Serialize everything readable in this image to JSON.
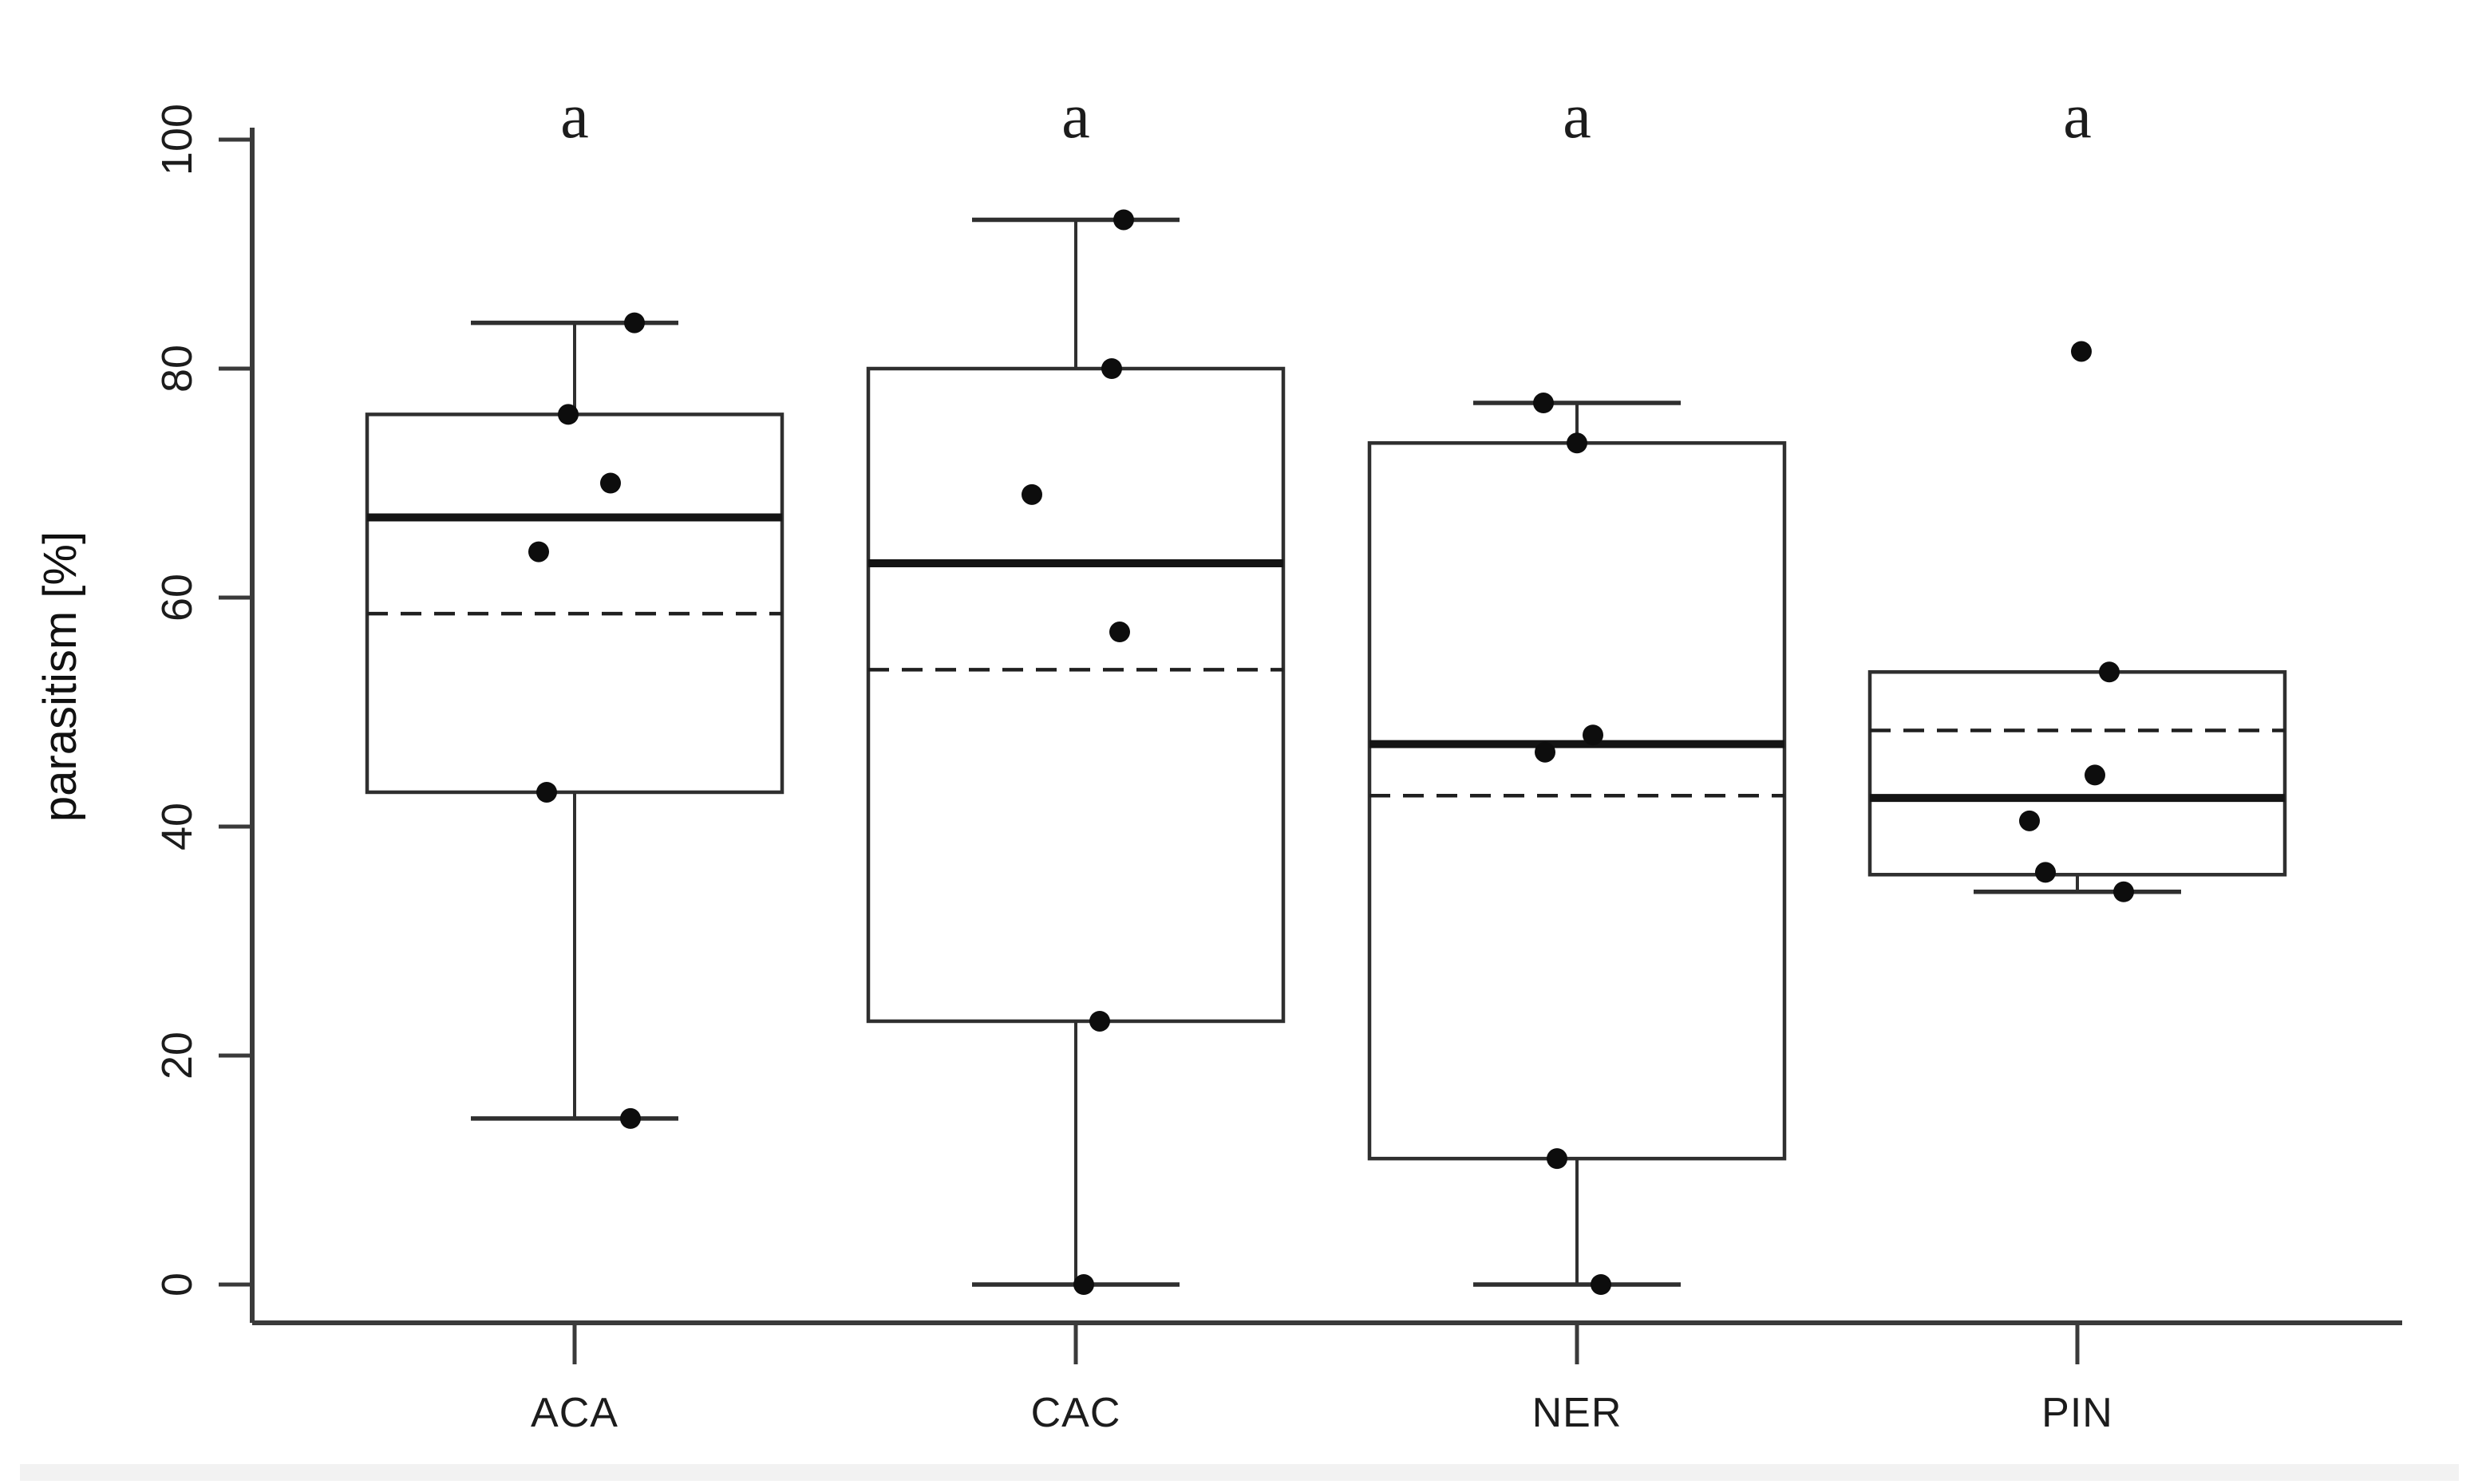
{
  "colors": {
    "background": "#ffffff",
    "axis": "#3a3a3a",
    "box_border": "#2f2f2f",
    "median": "#141414",
    "mean_dashed": "#1f1f1f",
    "points": "#0d0d0d",
    "text": "#1c1c1c",
    "footer_bar": "#f2f2f2"
  },
  "chart_data": {
    "type": "boxplot",
    "title": "",
    "xlabel": "",
    "ylabel": "parasitism [%]",
    "ylim": [
      0,
      100
    ],
    "grid": false,
    "legend": "none",
    "yticks": [
      0,
      20,
      40,
      60,
      80,
      100
    ],
    "ytick_labels": [
      "0",
      "20",
      "40",
      "60",
      "80",
      "100"
    ],
    "categories": [
      "ACA",
      "CAC",
      "NER",
      "PIN"
    ],
    "significance_letters": [
      "a",
      "a",
      "a",
      "a"
    ],
    "mean_line_style": "dashed",
    "median_line_style": "solid-thick",
    "groups": [
      {
        "label": "ACA",
        "sig_letter": "a",
        "q1": 43,
        "median": 67,
        "q3": 76,
        "mean": 58.6,
        "whisker_low": 14.5,
        "whisker_high": 84,
        "cap_low": true,
        "cap_high": true,
        "points": [
          {
            "value": 84,
            "dx": 75
          },
          {
            "value": 76,
            "dx": -8
          },
          {
            "value": 70,
            "dx": 45
          },
          {
            "value": 64,
            "dx": -45
          },
          {
            "value": 43,
            "dx": -35
          },
          {
            "value": 14.5,
            "dx": 70
          }
        ]
      },
      {
        "label": "CAC",
        "sig_letter": "a",
        "q1": 23,
        "median": 63,
        "q3": 80,
        "mean": 53.7,
        "whisker_low": 0,
        "whisker_high": 93,
        "cap_low": true,
        "cap_high": true,
        "points": [
          {
            "value": 93,
            "dx": 60
          },
          {
            "value": 80,
            "dx": 45
          },
          {
            "value": 69,
            "dx": -55
          },
          {
            "value": 57,
            "dx": 55
          },
          {
            "value": 23,
            "dx": 30
          },
          {
            "value": 0,
            "dx": 10
          }
        ]
      },
      {
        "label": "NER",
        "sig_letter": "a",
        "q1": 11,
        "median": 47.2,
        "q3": 73.5,
        "mean": 42.7,
        "whisker_low": 0,
        "whisker_high": 77,
        "cap_low": true,
        "cap_high": true,
        "points": [
          {
            "value": 77,
            "dx": -42
          },
          {
            "value": 73.5,
            "dx": 0
          },
          {
            "value": 48,
            "dx": 20
          },
          {
            "value": 46.5,
            "dx": -40
          },
          {
            "value": 11,
            "dx": -25
          },
          {
            "value": 0,
            "dx": 30
          }
        ]
      },
      {
        "label": "PIN",
        "sig_letter": "a",
        "q1": 35.8,
        "median": 42.5,
        "q3": 53.5,
        "mean": 48.4,
        "whisker_low": 34.3,
        "whisker_high": 53.5,
        "cap_low": true,
        "cap_high": false,
        "points": [
          {
            "value": 81.5,
            "dx": 5
          },
          {
            "value": 53.5,
            "dx": 40
          },
          {
            "value": 44.5,
            "dx": 22
          },
          {
            "value": 40.5,
            "dx": -60
          },
          {
            "value": 36,
            "dx": -40
          },
          {
            "value": 34.3,
            "dx": 58
          }
        ]
      }
    ]
  }
}
